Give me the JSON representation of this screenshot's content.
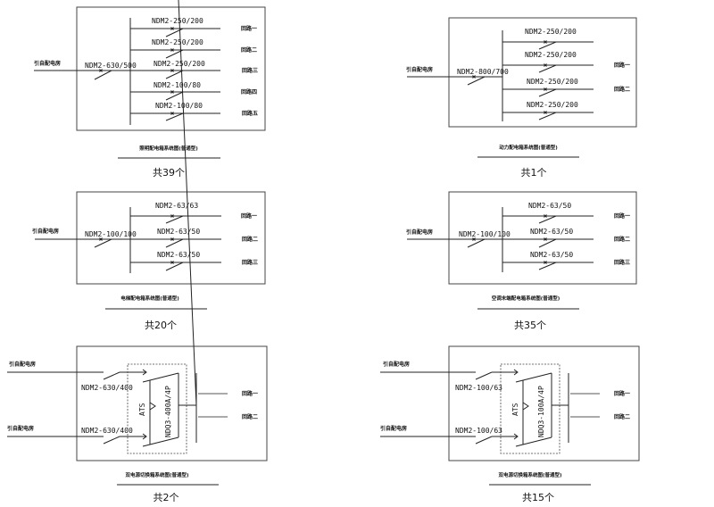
{
  "diagrams": [
    {
      "id": "panel-1",
      "incoming_label": "引自配电房",
      "main_breaker": "NDM2-630/500",
      "branches": [
        {
          "breaker": "NDM2-250/200",
          "circuit": "回路一"
        },
        {
          "breaker": "NDM2-250/200",
          "circuit": "回路二"
        },
        {
          "breaker": "NDM2-250/200",
          "circuit": "回路三"
        },
        {
          "breaker": "NDM2-100/80",
          "circuit": "回路四"
        },
        {
          "breaker": "NDM2-100/80",
          "circuit": "回路五"
        }
      ],
      "caption": "照明配电箱系统图(普通型)",
      "count": "共39个"
    },
    {
      "id": "panel-2",
      "incoming_label": "引自配电房",
      "main_breaker": "NDM2-800/700",
      "branches": [
        {
          "breaker": "NDM2-250/200",
          "circuit": ""
        },
        {
          "breaker": "NDM2-250/200",
          "circuit": "回路一"
        },
        {
          "breaker": "NDM2-250/200",
          "circuit": "回路二"
        },
        {
          "breaker": "NDM2-250/200",
          "circuit": ""
        }
      ],
      "caption": "动力配电箱系统图(普通型)",
      "count": "共1个"
    },
    {
      "id": "panel-3",
      "incoming_label": "引自配电房",
      "main_breaker": "NDM2-100/100",
      "branches": [
        {
          "breaker": "NDM2-63/63",
          "circuit": "回路一"
        },
        {
          "breaker": "NDM2-63/50",
          "circuit": "回路二"
        },
        {
          "breaker": "NDM2-63/50",
          "circuit": "回路三"
        }
      ],
      "caption": "电梯配电箱系统图(普通型)",
      "count": "共20个"
    },
    {
      "id": "panel-4",
      "incoming_label": "引自配电房",
      "main_breaker": "NDM2-100/100",
      "branches": [
        {
          "breaker": "NDM2-63/50",
          "circuit": "回路一"
        },
        {
          "breaker": "NDM2-63/50",
          "circuit": "回路二"
        },
        {
          "breaker": "NDM2-63/50",
          "circuit": "回路三"
        }
      ],
      "caption": "空调末端配电箱系统图(普通型)",
      "count": "共35个"
    },
    {
      "id": "panel-5",
      "incoming_labels": [
        "引自配电房",
        "引自配电房"
      ],
      "incoming_breakers": [
        "NDM2-630/400",
        "NDM2-630/400"
      ],
      "ats_label": "ATS",
      "ats_device": "NDQ3-400A/4P",
      "circuits": [
        "回路一",
        "回路二"
      ],
      "caption": "双电源切换箱系统图(普通型)",
      "count": "共2个"
    },
    {
      "id": "panel-6",
      "incoming_labels": [
        "引自配电房",
        "引自配电房"
      ],
      "incoming_breakers": [
        "NDM2-100/63",
        "NDM2-100/63"
      ],
      "ats_label": "ATS",
      "ats_device": "NDQ3-100A/4P",
      "circuits": [
        "回路一",
        "回路二"
      ],
      "caption": "双电源切换箱系统图(普通型)",
      "count": "共15个"
    }
  ]
}
